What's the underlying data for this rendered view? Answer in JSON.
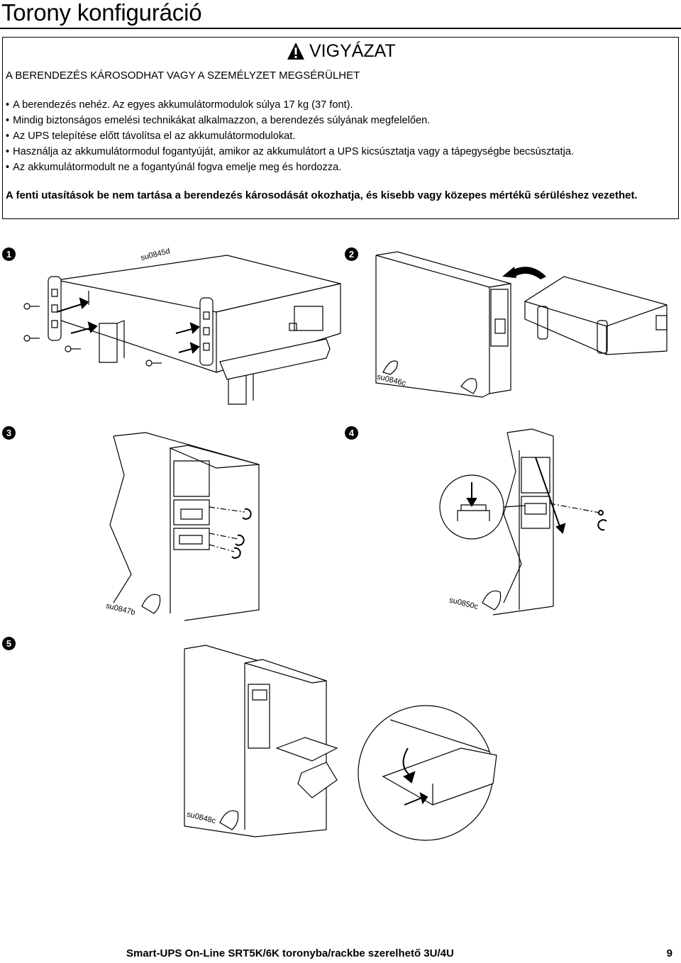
{
  "page": {
    "title": "Torony konfiguráció"
  },
  "warning": {
    "heading": "VIGYÁZAT",
    "icon": "warning-triangle-icon",
    "subheading": "A BERENDEZÉS KÁROSODHAT VAGY A SZEMÉLYZET MEGSÉRÜLHET",
    "items": [
      "A berendezés nehéz. Az egyes akkumulátormodulok súlya 17 kg (37 font).",
      "Mindig biztonságos emelési technikákat alkalmazzon, a berendezés súlyának megfelelően.",
      "Az UPS telepítése előtt távolítsa el az akkumulátormodulokat.",
      "Használja az akkumulátormodul fogantyúját, amikor az akkumulátort a UPS kicsúsztatja vagy a tápegységbe becsúsztatja.",
      "Az akkumulátormodult ne a fogantyúnál fogva emelje meg és hordozza."
    ],
    "conclusion": "A fenti utasítások be nem tartása a berendezés károsodását okozhatja, és kisebb vagy közepes mértékű sérüléshez vezethet."
  },
  "figures": [
    {
      "step": "1",
      "code": "su0845d"
    },
    {
      "step": "2",
      "code": "su0846c"
    },
    {
      "step": "3",
      "code": "su0847b"
    },
    {
      "step": "4",
      "code": "su0850c"
    },
    {
      "step": "5",
      "code": "su0848c"
    }
  ],
  "footer": {
    "product": "Smart-UPS On-Line SRT5K/6K toronyba/rackbe szerelhető 3U/4U",
    "page_number": "9"
  }
}
